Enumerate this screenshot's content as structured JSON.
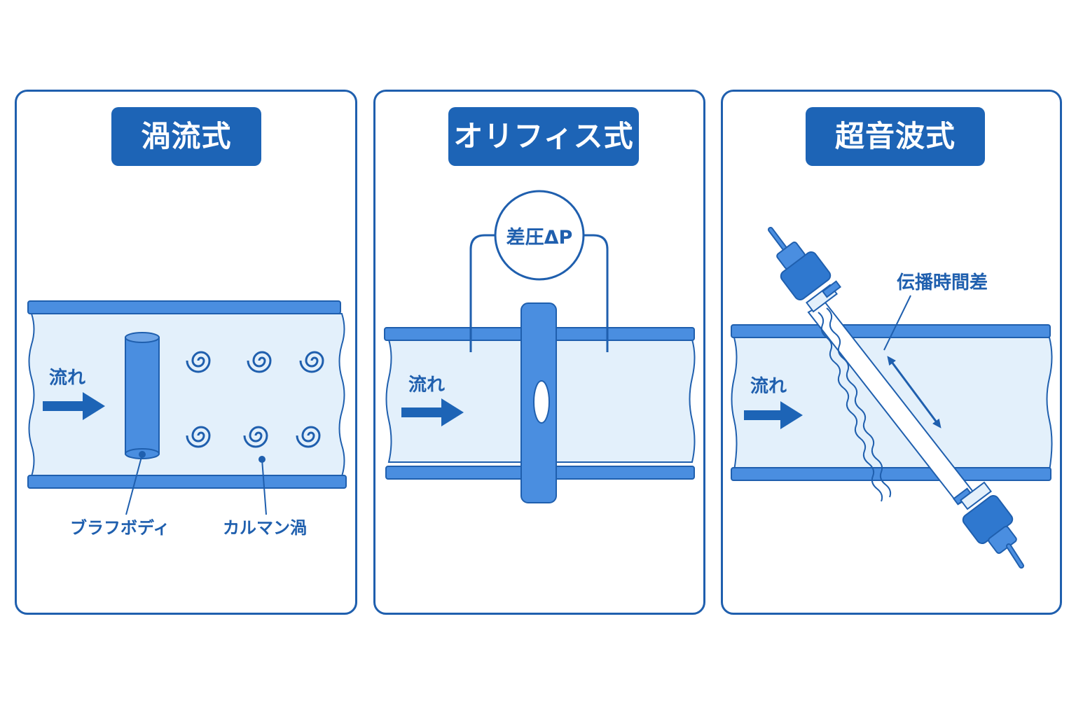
{
  "panels": [
    {
      "title": "渦流式",
      "flow_label": "流れ",
      "bluff_body_label": "ブラフボディ",
      "karman_label": "カルマン渦"
    },
    {
      "title": "オリフィス式",
      "flow_label": "流れ",
      "dp_label": "差圧ΔP"
    },
    {
      "title": "超音波式",
      "flow_label": "流れ",
      "transit_label": "伝播時間差"
    }
  ],
  "colors": {
    "accent": "#1d64b6",
    "pipe_wall": "#4a8ee0",
    "pipe_fill": "#e3f0fb",
    "line": "#1f5fae"
  }
}
